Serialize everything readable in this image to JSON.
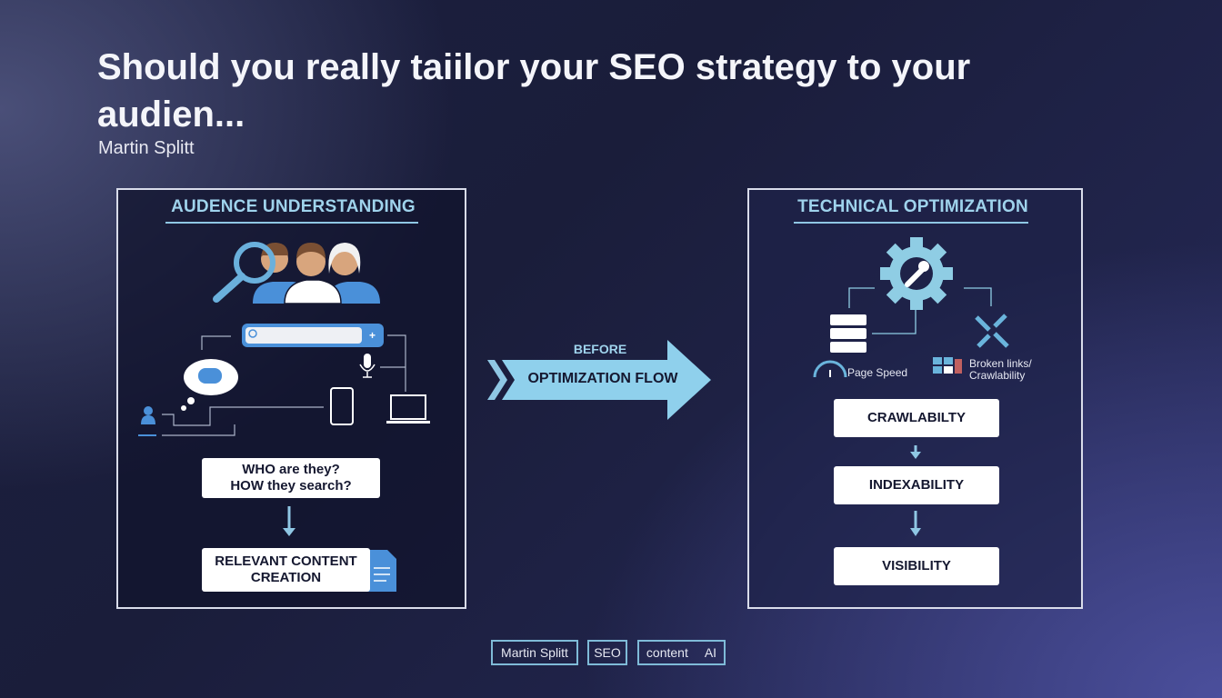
{
  "title": "Should you really taiilor your SEO strategy to your audien...",
  "author": "Martin Splitt",
  "left_panel": {
    "title": "AUDENCE UNDERSTANDING",
    "question_line1": "WHO are they?",
    "question_line2": "HOW they search?",
    "result_line1": "RELEVANT CONTENT",
    "result_line2": "CREATION"
  },
  "arrow": {
    "top_label": "BEFORE",
    "label": "OPTIMIZATION FLOW"
  },
  "right_panel": {
    "title": "TECHNICAL OPTIMIZATION",
    "page_speed": "Page Speed",
    "broken_links_line1": "Broken links/",
    "broken_links_line2": "Crawlability",
    "steps": [
      "CRAWLABILTY",
      "INDEXABILITY",
      "VISIBILITY"
    ]
  },
  "tags": [
    "Martin Splitt",
    "SEO",
    "content",
    "AI"
  ],
  "colors": {
    "accent": "#9fd3ec",
    "icon_blue": "#4a90d9",
    "background": "#1c2040"
  }
}
